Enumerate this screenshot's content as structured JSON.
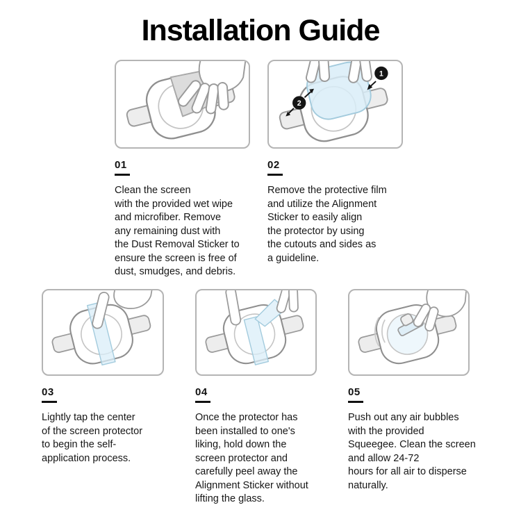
{
  "title": "Installation Guide",
  "steps": [
    {
      "number": "01",
      "illustration": "hand-wiping-watch-with-cloth",
      "text": "Clean the screen\nwith the provided wet wipe\nand microfiber. Remove\nany remaining dust with\nthe Dust Removal Sticker to\nensure the screen is free of\ndust, smudges, and debris."
    },
    {
      "number": "02",
      "illustration": "hands-aligning-protective-film",
      "markers": [
        "1",
        "2"
      ],
      "text": "Remove the protective film\nand utilize the Alignment\nSticker to easily align\nthe protector by using\nthe cutouts and sides as\na guideline."
    },
    {
      "number": "03",
      "illustration": "finger-tapping-protector-center",
      "text": "Lightly tap the center\nof the screen protector\nto begin the self-\napplication process."
    },
    {
      "number": "04",
      "illustration": "hold-down-and-peel-alignment-sticker",
      "text": "Once the protector has\nbeen installed to one's\nliking, hold down the\nscreen protector and\ncarefully peel away the\nAlignment Sticker without\nlifting the glass."
    },
    {
      "number": "05",
      "illustration": "squeegee-pushing-out-air-bubbles",
      "text": "Push out any air bubbles\nwith the provided\nSqueegee. Clean the screen\nand allow 24-72\nhours for all air to disperse\nnaturally."
    }
  ],
  "colors": {
    "film_blue": "#d9edf8",
    "film_blue_stroke": "#a3cbdd",
    "line_gray": "#9a9a9a",
    "box_border": "#b4b4b4",
    "marker_black": "#151515"
  }
}
